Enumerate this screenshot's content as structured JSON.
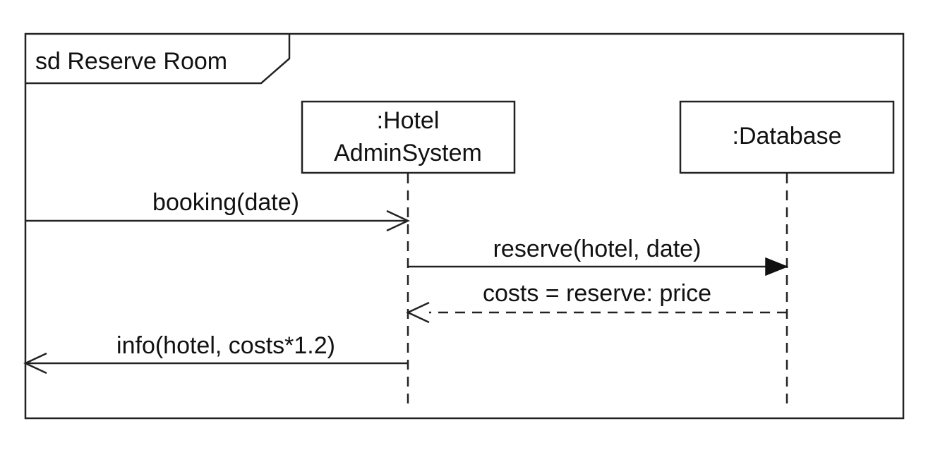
{
  "diagram": {
    "frame_label": "sd Reserve Room",
    "lifelines": [
      {
        "label_line_1": ":Hotel",
        "label_line_2": "AdminSystem"
      },
      {
        "label_line_1": ":Database"
      }
    ],
    "messages": [
      {
        "label": "booking(date)"
      },
      {
        "label": "reserve(hotel, date)"
      },
      {
        "label": "costs = reserve: price"
      },
      {
        "label": "info(hotel, costs*1.2)"
      }
    ]
  }
}
